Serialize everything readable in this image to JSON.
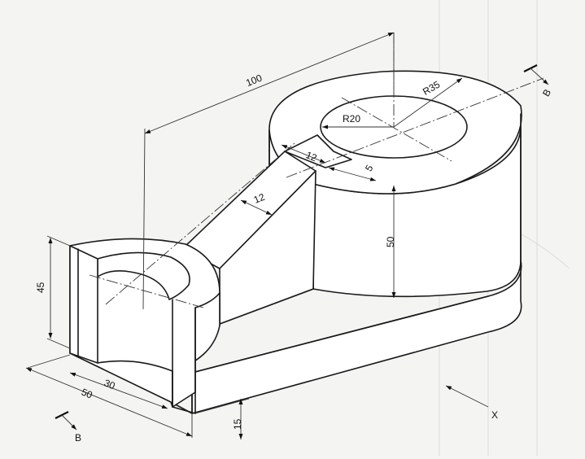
{
  "dimensions": {
    "overall_length": "100",
    "outer_radius": "R35",
    "inner_radius": "R20",
    "slot_width": "12",
    "slot_depth": "5",
    "rib_width": "12",
    "boss_height": "50",
    "small_end_height": "45",
    "small_end_inner": "30",
    "small_end_outer": "50",
    "base_thickness": "15"
  },
  "section_marks": {
    "top": "B",
    "bottom": "B"
  },
  "view_direction": {
    "label": "X"
  }
}
